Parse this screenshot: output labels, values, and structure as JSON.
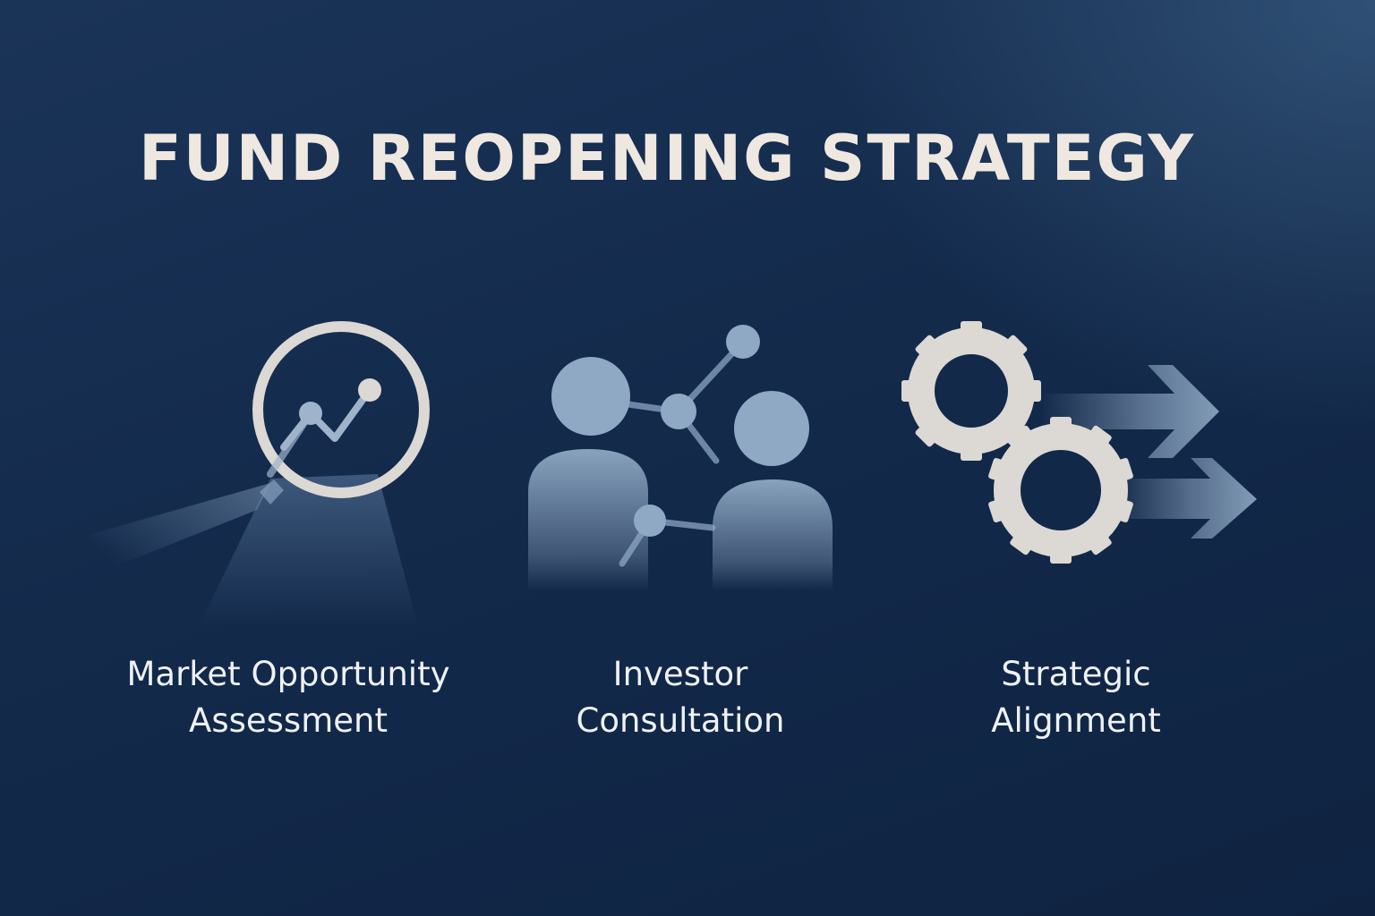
{
  "title": "FUND REOPENING STRATEGY",
  "pillars": [
    {
      "icon": "magnifier-chart-icon",
      "lines": [
        "Market Opportunity",
        "Assessment"
      ]
    },
    {
      "icon": "people-network-icon",
      "lines": [
        "Investor",
        "Consultation"
      ]
    },
    {
      "icon": "gears-arrows-icon",
      "lines": [
        "Strategic",
        "Alignment"
      ]
    }
  ],
  "colors": {
    "background_top": "#1a3458",
    "background_bottom": "#0f2341",
    "title": "#efe8e0",
    "caption": "#eef1f6",
    "icon_light": "#dcd8d4",
    "icon_blue": "#8fa9c4"
  }
}
